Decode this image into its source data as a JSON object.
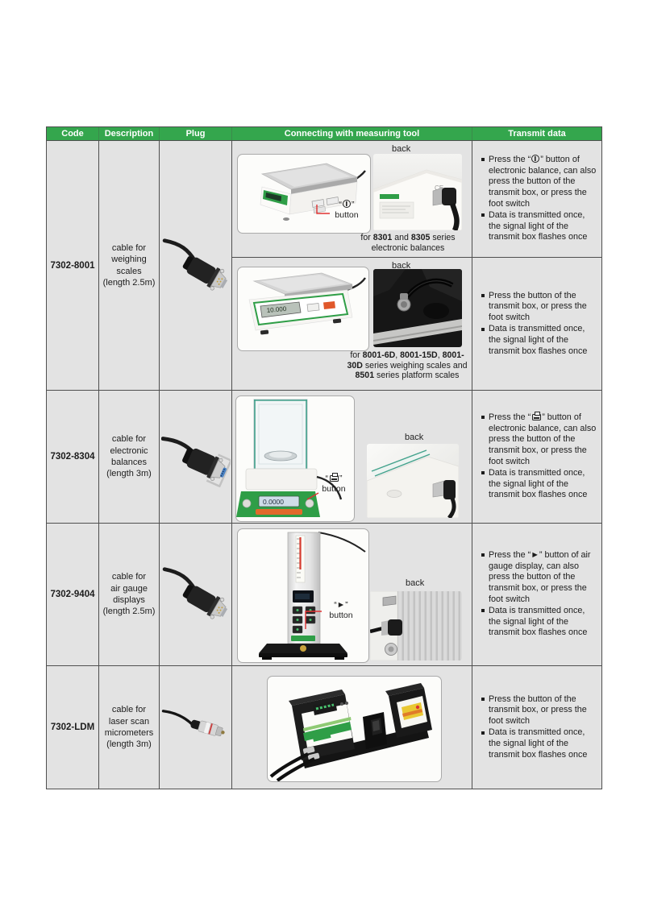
{
  "table": {
    "header": {
      "code": "Code",
      "description": "Description",
      "plug": "Plug",
      "connecting": "Connecting with measuring tool",
      "transmit": "Transmit data"
    },
    "rows": [
      {
        "code": "7302-8001",
        "description": "cable for\nweighing\nscales\n(length 2.5m)",
        "plug_type": "db9-serial-plug-male",
        "sub_a": {
          "back": "back",
          "ce_mark": "CE",
          "button_label": [
            {
              "t": "“"
            },
            {
              "icon": "transmit-key"
            },
            {
              "t": "” button"
            }
          ],
          "caption": [
            {
              "t": "for "
            },
            {
              "t": "8301",
              "b": true
            },
            {
              "t": " and "
            },
            {
              "t": "8305",
              "b": true
            },
            {
              "t": " series electronic balances"
            }
          ],
          "bullets": [
            [
              {
                "t": "Press the “"
              },
              {
                "icon": "transmit-key"
              },
              {
                "t": "” button of electronic balance, can also press the button of the transmit box, or press the foot switch"
              }
            ],
            [
              {
                "t": "Data is transmitted once, the signal light of the transmit box flashes once"
              }
            ]
          ]
        },
        "sub_b": {
          "back": "back",
          "lcd": "10.000",
          "caption": [
            {
              "t": "for "
            },
            {
              "t": "8001-6D",
              "b": true
            },
            {
              "t": ", "
            },
            {
              "t": "8001-15D",
              "b": true
            },
            {
              "t": ", "
            },
            {
              "t": "8001-30D",
              "b": true
            },
            {
              "t": " series weighing scales and "
            },
            {
              "t": "8501",
              "b": true
            },
            {
              "t": " series platform scales"
            }
          ],
          "bullets": [
            [
              {
                "t": "Press the button of the transmit box, or press the foot switch"
              }
            ],
            [
              {
                "t": "Data is transmitted once, the signal light of the transmit box flashes once"
              }
            ]
          ]
        }
      },
      {
        "code": "7302-8304",
        "description": "cable for\nelectronic\nbalances\n(length 3m)",
        "plug_type": "db9-serial-plug-female",
        "back": "back",
        "lcd": "0.0000",
        "button_label": [
          {
            "t": "“"
          },
          {
            "icon": "print-key"
          },
          {
            "t": "” button"
          }
        ],
        "bullets": [
          [
            {
              "t": "Press the “"
            },
            {
              "icon": "print-key"
            },
            {
              "t": "” button of electronic balance, can also press the button of the transmit box, or press the foot switch"
            }
          ],
          [
            {
              "t": "Data is transmitted once, the signal light of the transmit box flashes once"
            }
          ]
        ]
      },
      {
        "code": "7302-9404",
        "description": "cable for\nair gauge\ndisplays\n(length 2.5m)",
        "plug_type": "db9-serial-plug-male",
        "back": "back",
        "button_label": [
          {
            "t": "“►” button"
          }
        ],
        "bullets": [
          [
            {
              "t": "Press the “►” button of air gauge display, can also press the button of the transmit box, or press the foot switch"
            }
          ],
          [
            {
              "t": "Data is transmitted once, the signal light of the transmit box flashes once"
            }
          ]
        ]
      },
      {
        "code": "7302-LDM",
        "description": "cable for\nlaser scan\nmicrometers\n(length 3m)",
        "plug_type": "circular-lemo-plug",
        "bullets": [
          [
            {
              "t": "Press the button of the transmit box, or press the foot switch"
            }
          ],
          [
            {
              "t": "Data is transmitted once, the signal light of the transmit box flashes once"
            }
          ]
        ]
      }
    ]
  }
}
